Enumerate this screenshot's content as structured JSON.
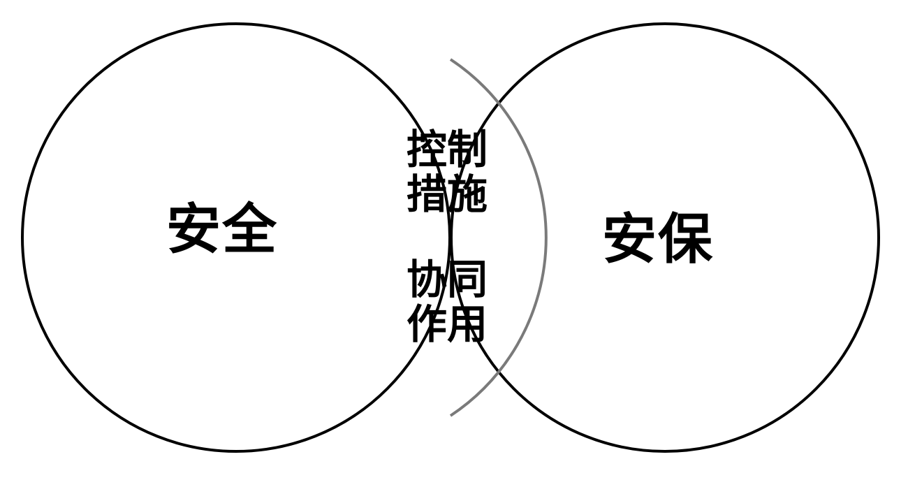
{
  "venn": {
    "left_set": {
      "label": "安全"
    },
    "right_set": {
      "label": "安保"
    },
    "intersection": {
      "lines_top": [
        "控制",
        "措施"
      ],
      "lines_bottom": [
        "协同",
        "作用"
      ]
    },
    "colors": {
      "outline": "#000000",
      "overlap_outline": "#7a7a7a",
      "background": "#ffffff"
    }
  }
}
